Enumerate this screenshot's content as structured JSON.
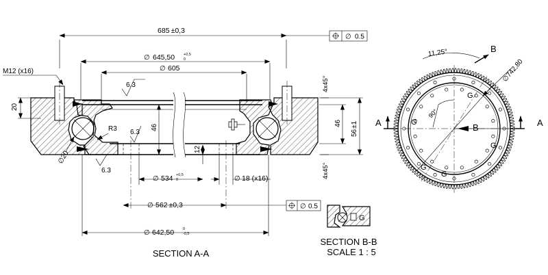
{
  "section_aa": {
    "title": "SECTION A-A",
    "dims": {
      "overall_width": "685",
      "overall_width_tol": "±0,3",
      "diam_64550": "645,50",
      "diam_64550_tol_upper": "+0,5",
      "diam_64550_tol_lower": "0",
      "diam_605": "605",
      "bolt_label": "M12 (x16)",
      "height_20": "20",
      "chamfer_top": "4x45°",
      "chamfer_bottom": "4x45°",
      "height_46_left": "46",
      "height_46_right": "46",
      "height_56": "56",
      "height_56_tol": "±1",
      "roughness_top": "6.3",
      "roughness_mid": "6.3",
      "roughness_bottom": "6.3",
      "radius": "R3",
      "ball_diam": "20",
      "gap_12": "12",
      "diam_534": "534",
      "diam_534_tol_upper": "+0,5",
      "diam_534_tol_lower": "0",
      "hole_18": "18 (x16)",
      "diam_562": "562",
      "diam_562_tol": "±0,3",
      "diam_64250": "642,50",
      "diam_64250_tol_upper": "0",
      "diam_64250_tol_lower": "-0,5",
      "position_tol_top": "0.5",
      "position_tol_bottom": "0.5"
    }
  },
  "plan_view": {
    "angle_pitch": "11,25°",
    "angle_90": "90°",
    "gear_diam": "742,80",
    "label_b_top": "B",
    "label_b_center": "B",
    "label_a_left": "A",
    "label_a_right": "A",
    "g_labels": [
      "G",
      "G",
      "G",
      "G",
      "G"
    ]
  },
  "section_bb": {
    "title": "SECTION B-B",
    "scale": "SCALE 1 : 5",
    "g_label": "G"
  },
  "symbols": {
    "diameter": "∅",
    "position": "⌖"
  }
}
